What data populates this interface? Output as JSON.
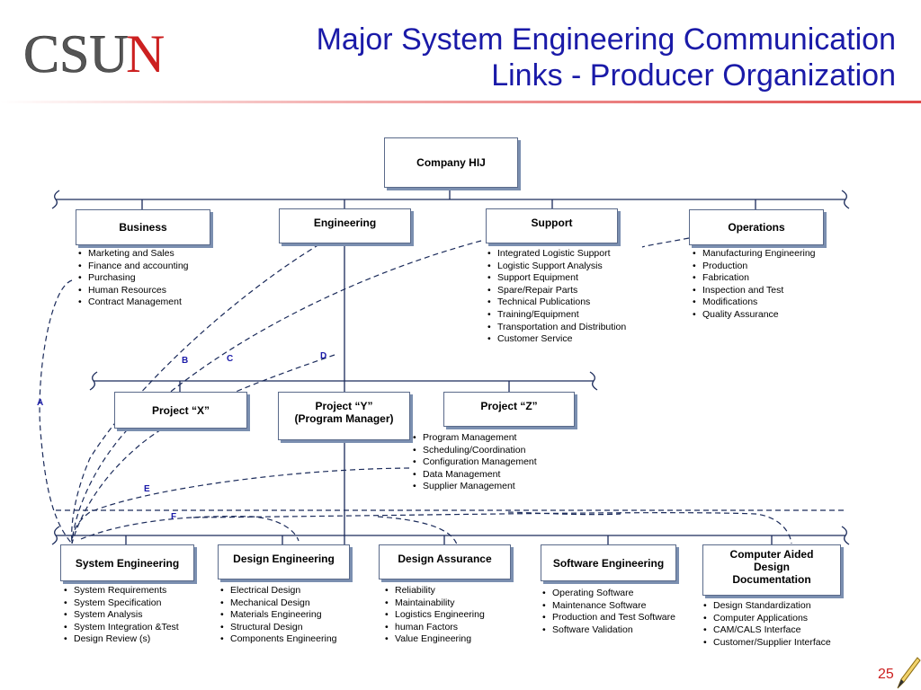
{
  "header": {
    "logo_text": "CSUN",
    "title_line1": "Major System Engineering Communication",
    "title_line2": "Links - Producer Organization",
    "page_number": "25"
  },
  "colors": {
    "title": "#1a1aa8",
    "rule": "#e04848",
    "page_number": "#cc2020",
    "box_shadow": "#7b8fb0"
  },
  "top": {
    "company": "Company HIJ"
  },
  "level1": [
    {
      "label": "Business",
      "items": [
        "Marketing and Sales",
        "Finance and accounting",
        "Purchasing",
        "Human Resources",
        "Contract Management"
      ]
    },
    {
      "label": "Engineering",
      "items": []
    },
    {
      "label": "Support",
      "items": [
        "Integrated Logistic Support",
        "Logistic Support Analysis",
        "Support Equipment",
        "Spare/Repair Parts",
        "Technical Publications",
        "Training/Equipment",
        "Transportation and Distribution",
        "Customer Service"
      ]
    },
    {
      "label": "Operations",
      "items": [
        "Manufacturing Engineering",
        "Production",
        "Fabrication",
        "Inspection and Test",
        "Modifications",
        "Quality Assurance"
      ]
    }
  ],
  "projects": [
    {
      "label": "Project “X”"
    },
    {
      "label": "Project “Y”",
      "label2": "(Program Manager)",
      "items": [
        "Program Management",
        "Scheduling/Coordination",
        "Configuration Management",
        "Data Management",
        "Supplier Management"
      ]
    },
    {
      "label": "Project “Z”"
    }
  ],
  "level3": [
    {
      "label": "System Engineering",
      "items": [
        "System Requirements",
        "System Specification",
        "System Analysis",
        "System Integration &Test",
        "Design Review (s)"
      ]
    },
    {
      "label": "Design Engineering",
      "items": [
        "Electrical Design",
        "Mechanical Design",
        "Materials Engineering",
        "Structural Design",
        "Components Engineering"
      ]
    },
    {
      "label": "Design Assurance",
      "items": [
        "Reliability",
        "Maintainability",
        "Logistics Engineering",
        "human Factors",
        "Value Engineering"
      ]
    },
    {
      "label": "Software Engineering",
      "items": [
        "Operating Software",
        "Maintenance Software",
        "Production and Test Software",
        "Software Validation"
      ]
    },
    {
      "label_lines": [
        "Computer Aided",
        "Design",
        "Documentation"
      ],
      "items": [
        "Design Standardization",
        "Computer Applications",
        "CAM/CALS Interface",
        "Customer/Supplier Interface"
      ]
    }
  ],
  "link_labels": [
    "A",
    "B",
    "C",
    "D",
    "E",
    "F"
  ]
}
